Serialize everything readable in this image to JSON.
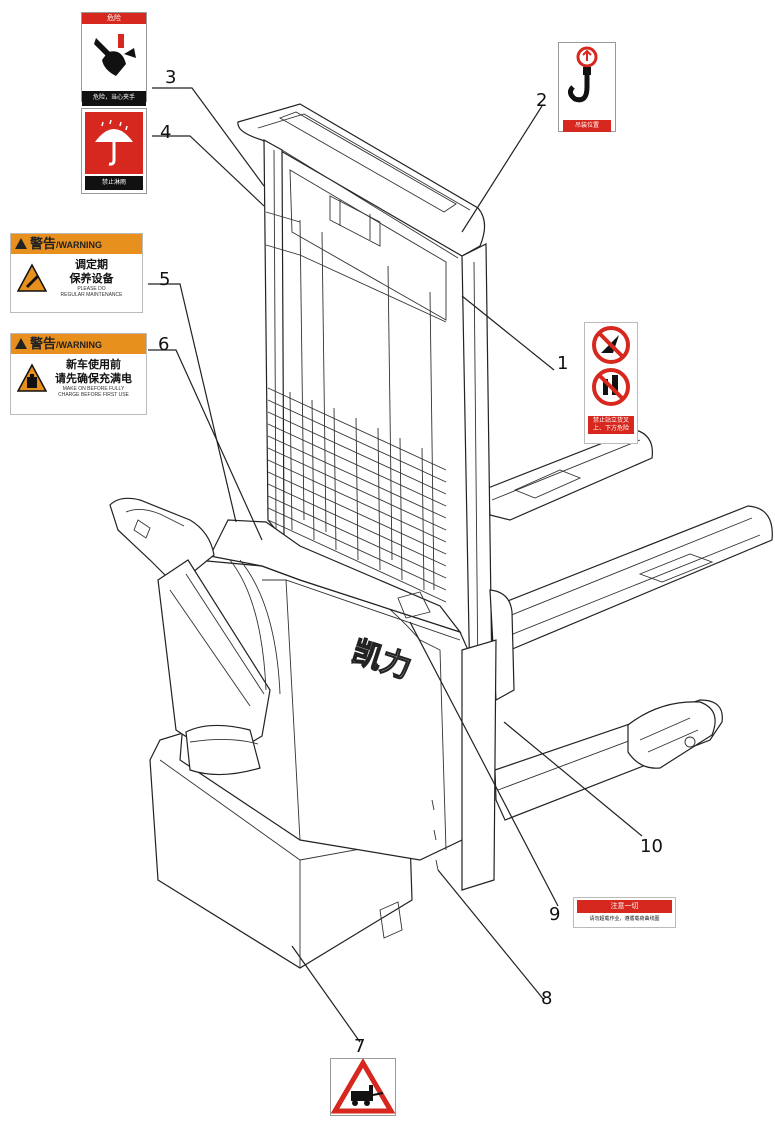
{
  "callouts": [
    "1",
    "2",
    "3",
    "4",
    "5",
    "6",
    "7",
    "8",
    "9",
    "10"
  ],
  "labels": {
    "warning_a": {
      "title_cn": "警告",
      "title_en": "/WARNING",
      "line1": "调定期",
      "line2": "保养设备",
      "small1": "PLEASE DO",
      "small2": "REGULAR MAINTENANCE"
    },
    "warning_b": {
      "title_cn": "警告",
      "title_en": "/WARNING",
      "line1": "新车使用前",
      "line2": "请先确保充满电",
      "small1": "MAKE ON BEFORE FULLY",
      "small2": "CHARGE BEFORE FIRST USE"
    },
    "sign_pinch": {
      "head": "危险",
      "foot": "危险，当心夹手"
    },
    "sign_umbrella": {
      "foot": "禁止淋雨"
    },
    "sign_hook": {
      "foot": "吊装位置"
    },
    "sign_prohibit": {
      "foot1": "禁止站立货叉",
      "foot2": "上、下方危险"
    },
    "sign_caution": {
      "head": "注意一切",
      "foot": "请勿超载作业，遵循载荷曲线图"
    },
    "brand": "凯力"
  },
  "colors": {
    "warning_orange": "#e8901e",
    "danger_red": "#d6281e",
    "line": "#222222"
  }
}
